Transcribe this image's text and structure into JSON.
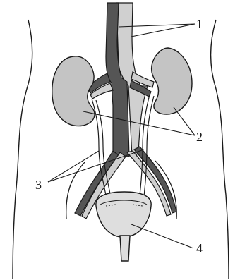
{
  "labels": [
    {
      "id": "1",
      "text": "1"
    },
    {
      "id": "2",
      "text": "2"
    },
    {
      "id": "3",
      "text": "3"
    },
    {
      "id": "4",
      "text": "4"
    }
  ],
  "colors": {
    "outline": "#1a1a1a",
    "kidney_fill": "#c4c4c4",
    "aorta_fill": "#555555",
    "vena_cava_fill": "#d0d0d0",
    "bladder_fill": "#dedede",
    "background": "#ffffff"
  }
}
